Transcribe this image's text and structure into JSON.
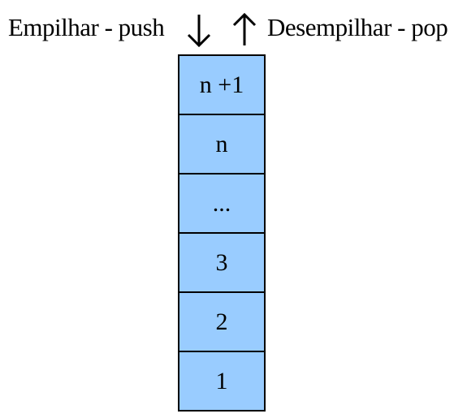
{
  "push_label": "Empilhar - push",
  "pop_label": "Desempilhar - pop",
  "push_arrow_icon": "arrow-down-icon",
  "pop_arrow_icon": "arrow-up-icon",
  "stack": {
    "cell_color": "#99ccff",
    "border_color": "#000000",
    "cells": [
      "n +1",
      "n",
      "...",
      "3",
      "2",
      "1"
    ]
  }
}
